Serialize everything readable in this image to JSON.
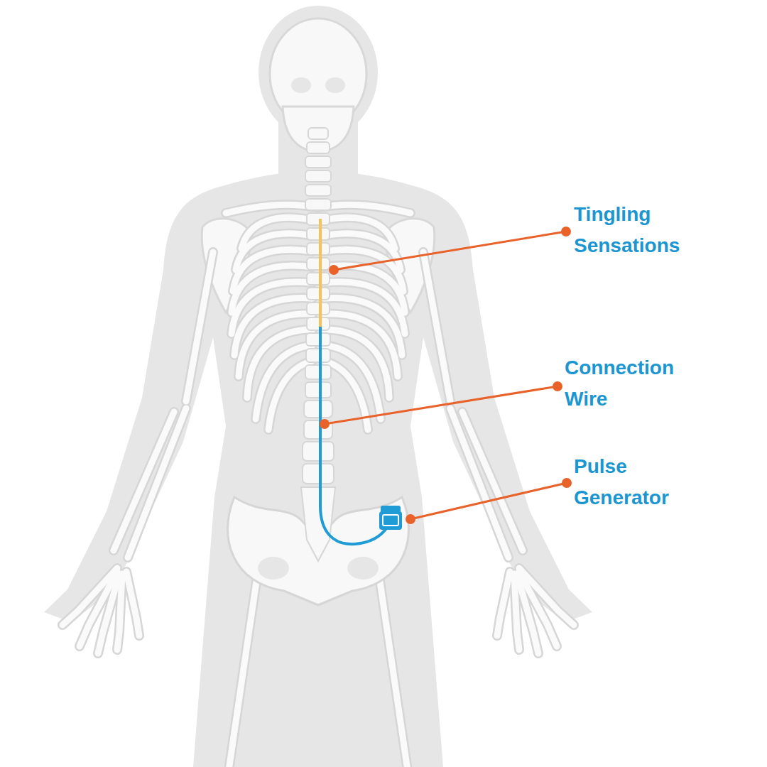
{
  "diagram": {
    "labels": [
      "Tingling Sensations",
      "Connection Wire",
      "Pulse Generator"
    ]
  }
}
